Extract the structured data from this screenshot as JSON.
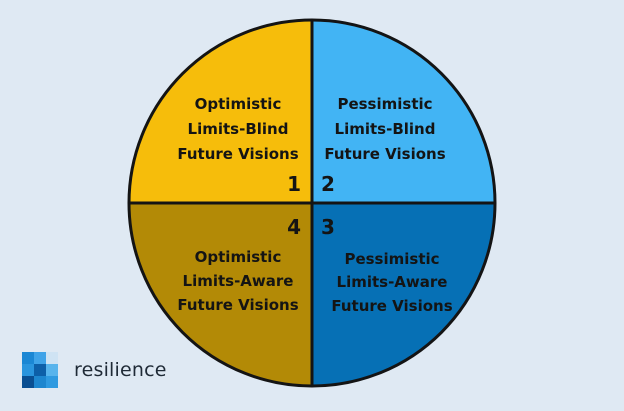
{
  "diagram": {
    "colors": {
      "background": "#dfe9f3",
      "outline": "#141414",
      "text": "#141414"
    },
    "quadrants": [
      {
        "position": "top-left",
        "number": "1",
        "lines": [
          "Optimistic",
          "Limits-Blind",
          "Future Visions"
        ],
        "color": "#f6bd0b"
      },
      {
        "position": "top-right",
        "number": "2",
        "lines": [
          "Pessimistic",
          "Limits-Blind",
          "Future Visions"
        ],
        "color": "#42b4f4"
      },
      {
        "position": "bottom-right",
        "number": "3",
        "lines": [
          "Pessimistic",
          "Limits-Aware",
          "Future Visions"
        ],
        "color": "#0670b5"
      },
      {
        "position": "bottom-left",
        "number": "4",
        "lines": [
          "Optimistic",
          "Limits-Aware",
          "Future Visions"
        ],
        "color": "#b38a06"
      }
    ]
  },
  "logo": {
    "text": "resilience",
    "icon": "resilience-logo-icon",
    "tile_colors": [
      "#1b87d4",
      "#3fa3e8",
      "#cfe3f3",
      "#2a95de",
      "#0d5fa8",
      "#58b4ec",
      "#0a4f92",
      "#1d86cf",
      "#2f9ae0"
    ]
  }
}
